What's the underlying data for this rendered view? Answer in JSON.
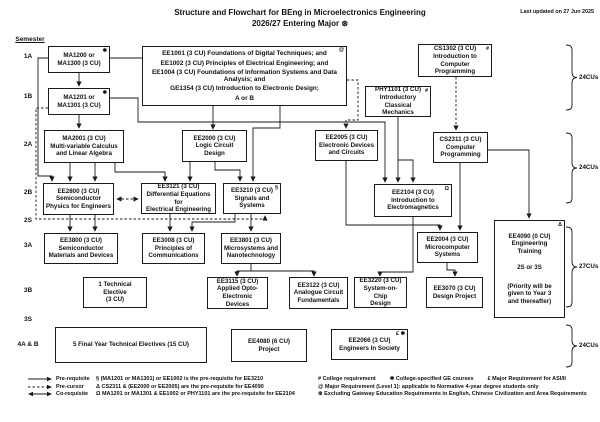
{
  "header": {
    "title_line1": "Structure and Flowchart for BEng in Microelectronics Engineering",
    "title_line2": "2026/27 Entering Major ⊛",
    "last_updated": "Last updated on 27 Jun 2025"
  },
  "semester": {
    "title": "Semester",
    "rows": [
      "1A",
      "1B",
      "2A",
      "2B",
      "2S",
      "3A",
      "3B",
      "3S",
      "4A & B"
    ]
  },
  "boxes": {
    "ma1200": {
      "l1": "MA1200 or",
      "l2": "MA1300 (3 CU)",
      "sup": "✱"
    },
    "bigbox": {
      "l1": "EE1001 (3 CU) Foundations of Digital Techniques; and",
      "l2": "EE1002 (3 CU) Principles of Electrical Engineering; and",
      "l3": "EE1004 (3 CU) Foundations of Information Systems and Data Analysis; and",
      "l4": "GE1354 (3 CU) Introduction to Electronic Design;",
      "l5": "A or B",
      "sup": "@"
    },
    "cs1302": {
      "l1": "CS1302 (3 CU)",
      "l2": "Introduction to Computer",
      "l3": "Programming",
      "sup": "#"
    },
    "ma1201": {
      "l1": "MA1201 or",
      "l2": "MA1301 (3 CU)",
      "sup": "✱"
    },
    "phy1101": {
      "l1": "PHY1101 (3 CU)",
      "l2": "Introductory Classical",
      "l3": "Mechanics",
      "sup": "#"
    },
    "ma2001": {
      "l1": "MA2001 (3 CU)",
      "l2": "Multi-variable Calculus",
      "l3": "and Linear Algebra"
    },
    "ee2000": {
      "l1": "EE2000 (3 CU)",
      "l2": "Logic Circuit",
      "l3": "Design"
    },
    "ee2005": {
      "l1": "EE2005 (3 CU)",
      "l2": "Electronic Devices",
      "l3": "and Circuits"
    },
    "cs2311": {
      "l1": "CS2311 (3 CU)",
      "l2": "Computer",
      "l3": "Programming"
    },
    "ee2800": {
      "l1": "EE2800 (3 CU)",
      "l2": "Semiconductor",
      "l3": "Physics for Engineers"
    },
    "ee3121": {
      "l1": "EE3121 (3 CU)",
      "l2": "Differential Equations for",
      "l3": "Electrical Engineering"
    },
    "ee3210": {
      "l1": "EE3210 (3 CU)",
      "l2": "Signals and",
      "l3": "Systems",
      "sup": "§"
    },
    "ee2104": {
      "l1": "EE2104 (3 CU)",
      "l2": "Introduction to",
      "l3": "Electromagnetics",
      "sup": "Ω"
    },
    "ee3800": {
      "l1": "EE3800 (3 CU)",
      "l2": "Semiconductor",
      "l3": "Materials and Devices"
    },
    "ee3008": {
      "l1": "EE3008 (3 CU)",
      "l2": "Principles of",
      "l3": "Communications"
    },
    "ee3801": {
      "l1": "EE3801 (3 CU)",
      "l2": "Microsystems and",
      "l3": "Nanotechnology"
    },
    "ee2004": {
      "l1": "EE2004 (3 CU)",
      "l2": "Microcomputer",
      "l3": "Systems"
    },
    "ee4090": {
      "l1": "EE4090 (0 CU)",
      "l2": "Engineering",
      "l3": "Training",
      "l4": "2S or 3S",
      "l5": "(Priority will be",
      "l6": "given to Year 3",
      "l7": "and thereafter)",
      "sup": "Δ"
    },
    "tech1": {
      "l1": "1 Technical Elective",
      "l2": "(3 CU)"
    },
    "ee3115": {
      "l1": "EE3115 (3 CU)",
      "l2": "Applied Opto-",
      "l3": "Electronic Devices"
    },
    "ee3122": {
      "l1": "EE3122 (3 CU)",
      "l2": "Analogue Circuit",
      "l3": "Fundamentals"
    },
    "ee3220": {
      "l1": "EE3220 (3 CU)",
      "l2": "System-on-Chip",
      "l3": "Design"
    },
    "ee3070": {
      "l1": "EE3070 (3 CU)",
      "l2": "Design Project"
    },
    "final5": {
      "l1": "5 Final Year Technical Electives (15 CU)"
    },
    "ee4080": {
      "l1": "EE4080 (6 CU)",
      "l2": "Project"
    },
    "ee2066": {
      "l1": "EE2066 (3 CU)",
      "l2": "Engineers In Society",
      "sup": "£ ✱"
    }
  },
  "brackets": {
    "b1": "24CUs",
    "b2": "24CUs",
    "b3": "27CUs",
    "b4": "24CUs"
  },
  "legend": {
    "pre_requisite": "Pre-requisite",
    "pre_cursor": "Pre-cursor",
    "co_requisite": "Co-requisite",
    "note_sect": "§ (MA1201 or MA1301) or EE1002 is the pre-requisite for EE3210",
    "note_delta": "Δ CS2311 & (EE2000 or EE2005) are the pre-requisite for EE4090",
    "note_omega": "Ω MA1201 or MA1301 & EE1002 or PHY1101 are the pre-requisite for EE2104",
    "note_hash": "# College requirement",
    "note_star": "✱ College-specified GE courses",
    "note_pound": "£ Major Requirement for ASI/II",
    "note_at": "@ Major Requirement (Level 1): applicable to Normative 4-year degree students only",
    "note_circ": "⊛ Excluding Gateway Education Requirements in English, Chinese Civilization and Area Requirements"
  },
  "colors": {
    "ink": "#1a1a1a",
    "paper": "#ffffff"
  }
}
